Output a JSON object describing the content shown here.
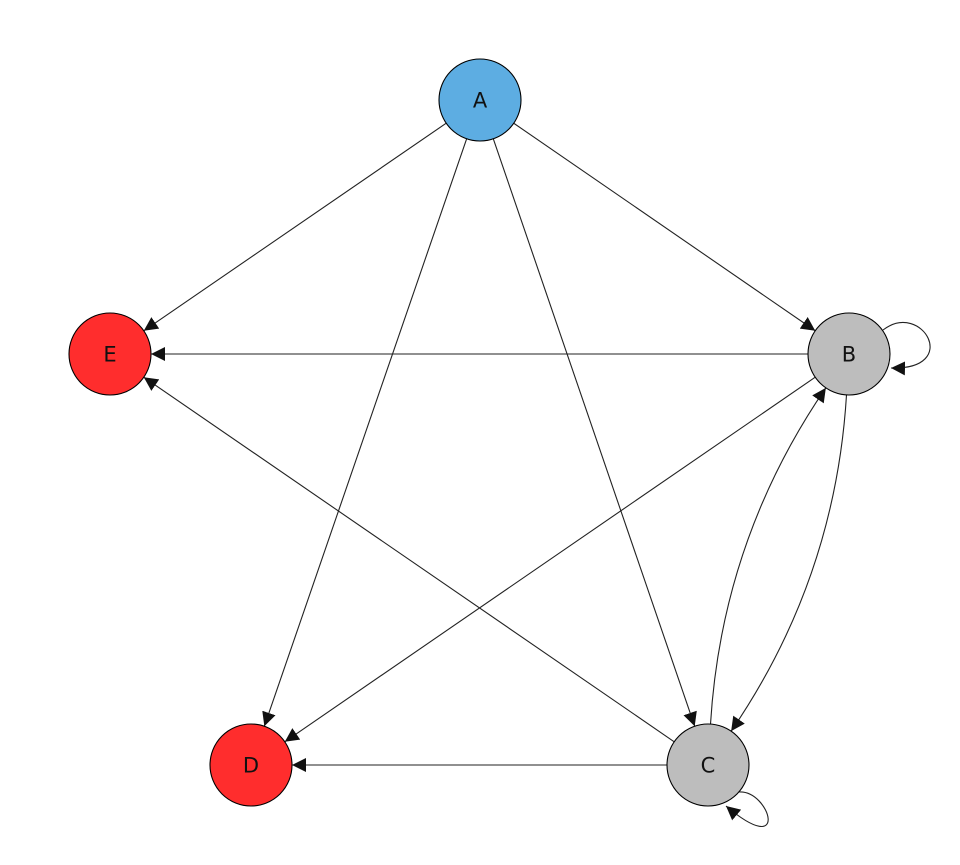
{
  "graph": {
    "directed": true,
    "colors": {
      "blue": "#5dade2",
      "red": "#ff2d2d",
      "gray": "#bdbdbd",
      "edge": "#222222"
    },
    "nodes": [
      {
        "id": "A",
        "label": "A",
        "color": "#5dade2"
      },
      {
        "id": "B",
        "label": "B",
        "color": "#bdbdbd"
      },
      {
        "id": "C",
        "label": "C",
        "color": "#bdbdbd"
      },
      {
        "id": "D",
        "label": "D",
        "color": "#ff2d2d"
      },
      {
        "id": "E",
        "label": "E",
        "color": "#ff2d2d"
      }
    ],
    "edges": [
      {
        "from": "A",
        "to": "E"
      },
      {
        "from": "A",
        "to": "D"
      },
      {
        "from": "A",
        "to": "C"
      },
      {
        "from": "A",
        "to": "B"
      },
      {
        "from": "B",
        "to": "E"
      },
      {
        "from": "B",
        "to": "D"
      },
      {
        "from": "B",
        "to": "C"
      },
      {
        "from": "B",
        "to": "B"
      },
      {
        "from": "C",
        "to": "B"
      },
      {
        "from": "C",
        "to": "D"
      },
      {
        "from": "C",
        "to": "E"
      },
      {
        "from": "C",
        "to": "C"
      }
    ]
  }
}
